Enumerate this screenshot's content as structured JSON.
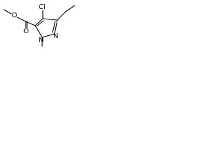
{
  "diagram": {
    "labels": {
      "cl": "Cl",
      "o_ester": "O",
      "o_carbonyl": "O",
      "n_ring_top": "N",
      "n_ring_bottom": "N"
    }
  }
}
